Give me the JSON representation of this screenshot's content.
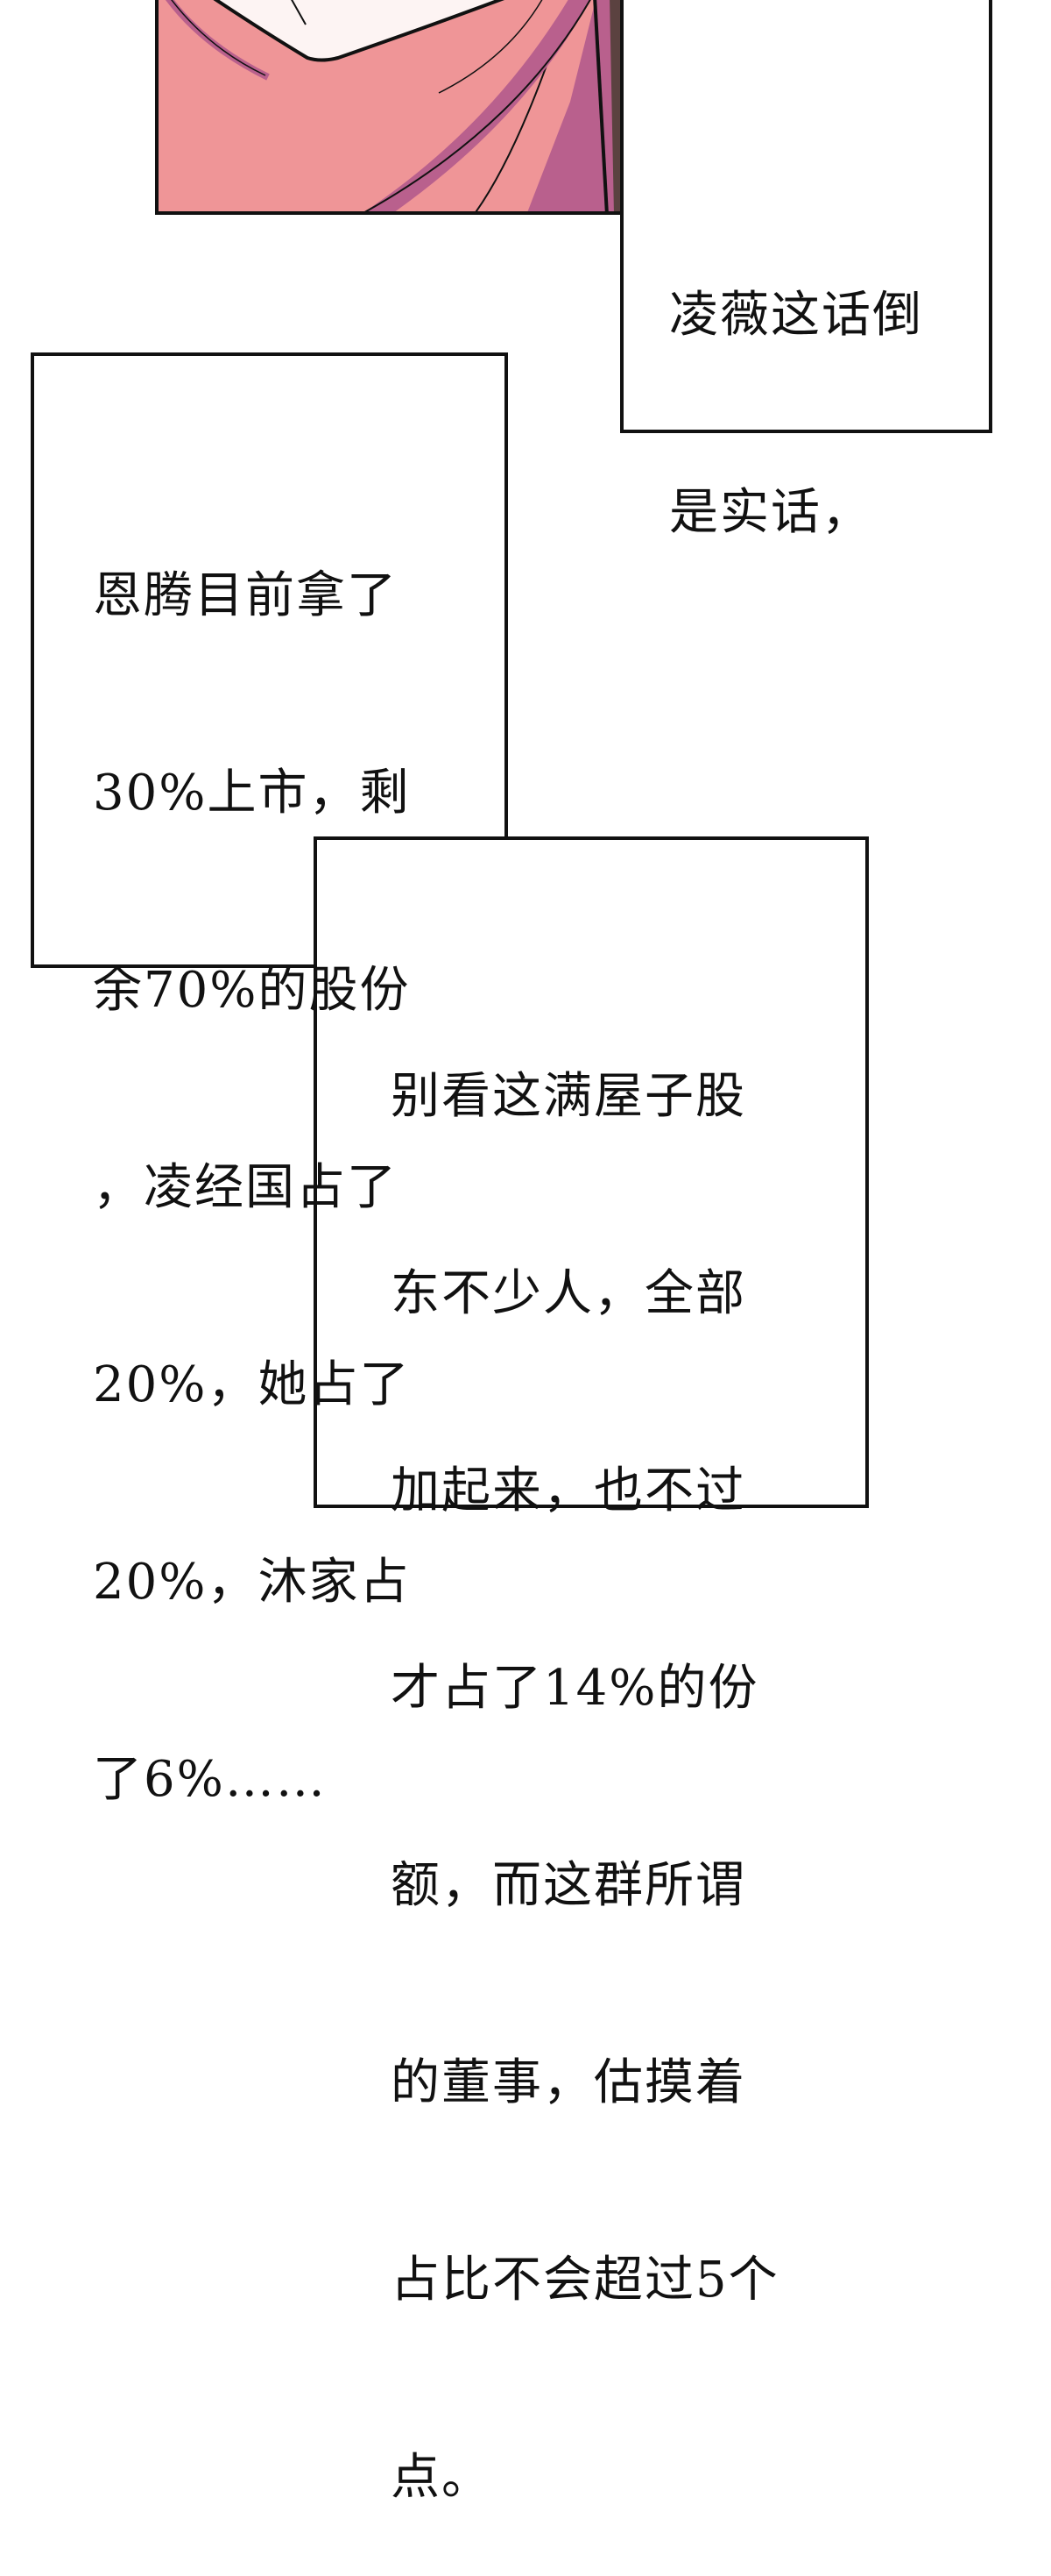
{
  "comic": {
    "panel_image": {
      "description": "close-up of character's neck and pink collar",
      "colors": {
        "collar": "#ef9597",
        "skin": "#fdf4f3",
        "shadow": "#b9608d",
        "background": "#5b4240",
        "outline": "#111111"
      }
    },
    "caption_1": {
      "lines": [
        "凌薇这话倒",
        "是实话，"
      ]
    },
    "caption_2": {
      "lines": [
        "恩腾目前拿了",
        "30%上市，剩",
        "余70%的股份",
        "，凌经国占了",
        "20%，她占了",
        "20%，沐家占",
        "了6%……"
      ]
    },
    "caption_3": {
      "lines": [
        "别看这满屋子股",
        "东不少人，全部",
        "加起来，也不过",
        "才占了14%的份",
        "额，而这群所谓",
        "的董事，估摸着",
        "占比不会超过5个",
        "点。"
      ]
    }
  }
}
